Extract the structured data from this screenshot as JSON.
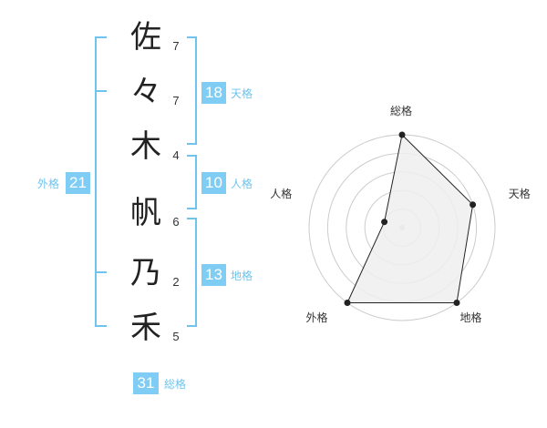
{
  "colors": {
    "accent": "#6ec4ef",
    "badge_bg": "#7fcdf4",
    "label": "#6ec4ef",
    "char": "#222222",
    "radar_line": "#222222",
    "radar_fill": "#efefef",
    "grid": "#cccccc"
  },
  "name": {
    "characters": [
      {
        "char": "佐",
        "strokes": "7"
      },
      {
        "char": "々",
        "strokes": "7"
      },
      {
        "char": "木",
        "strokes": "4"
      },
      {
        "char": "帆",
        "strokes": "6"
      },
      {
        "char": "乃",
        "strokes": "2"
      },
      {
        "char": "禾",
        "strokes": "5"
      }
    ]
  },
  "fortunes": {
    "tenkaku": {
      "value": "18",
      "label": "天格"
    },
    "jinkaku": {
      "value": "10",
      "label": "人格"
    },
    "chikaku": {
      "value": "13",
      "label": "地格"
    },
    "gaikaku": {
      "value": "21",
      "label": "外格"
    },
    "soukaku": {
      "value": "31",
      "label": "総格"
    }
  },
  "chart_data": {
    "type": "radar",
    "axes": [
      "総格",
      "天格",
      "地格",
      "外格",
      "人格"
    ],
    "values": [
      5,
      4,
      5,
      5,
      1
    ],
    "range": [
      0,
      5
    ],
    "grid_rings": 5
  }
}
